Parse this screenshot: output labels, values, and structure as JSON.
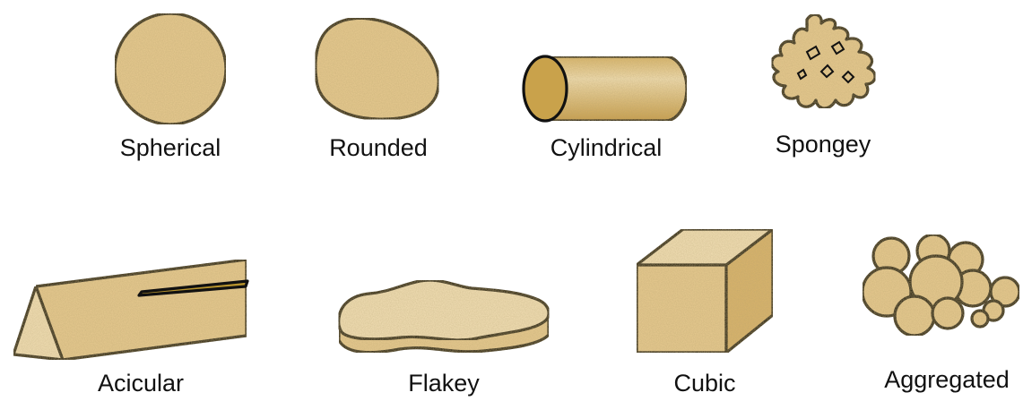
{
  "colors": {
    "particle_fill": "#e6c98f",
    "particle_highlight": "#f1deb3",
    "cylinder_end": "#c9a24b",
    "slot": "#b8942e",
    "outline": "#111111",
    "background": "#ffffff"
  },
  "shapes": [
    {
      "id": "spherical",
      "label": "Spherical"
    },
    {
      "id": "rounded",
      "label": "Rounded"
    },
    {
      "id": "cylindrical",
      "label": "Cylindrical"
    },
    {
      "id": "spongey",
      "label": "Spongey"
    },
    {
      "id": "acicular",
      "label": "Acicular"
    },
    {
      "id": "flakey",
      "label": "Flakey"
    },
    {
      "id": "cubic",
      "label": "Cubic"
    },
    {
      "id": "aggregated",
      "label": "Aggregated"
    }
  ]
}
